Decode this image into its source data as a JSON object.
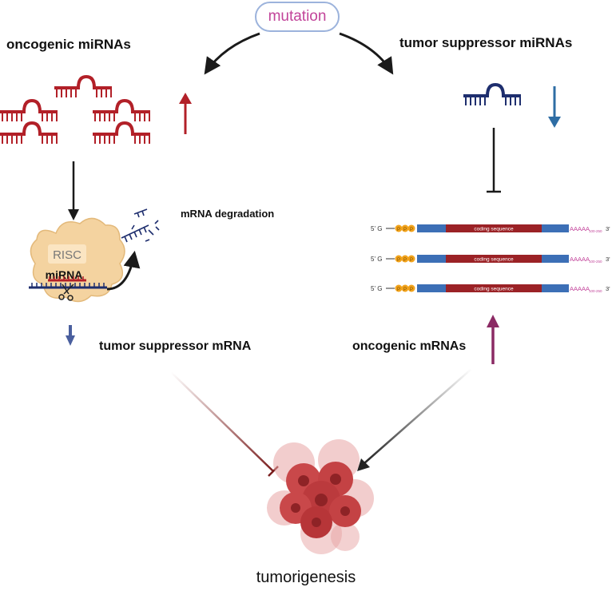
{
  "labels": {
    "mutation": "mutation",
    "oncogenic_mirnas": "oncogenic  miRNAs",
    "tumor_suppressor_mirnas": "tumor suppressor miRNAs",
    "mrna_degradation": "mRNA  degradation",
    "tumor_suppressor_mrna": "tumor suppressor mRNA",
    "oncogenic_mrnas": "oncogenic mRNAs",
    "tumorigenesis": "tumorigenesis",
    "risc": "RISC",
    "mirna": "miRNA"
  },
  "mrna_strand": {
    "five_prime": "5' G",
    "phosphate": "P",
    "coding": "coding sequence",
    "polya": "AAAAA",
    "polya_sub": "100-250",
    "three_prime": "3'"
  },
  "colors": {
    "oncogenic_red": "#b22028",
    "suppressor_navy": "#1e2e6e",
    "down_blue": "#2e6da4",
    "mutation_magenta": "#c2449a",
    "utr_blue": "#3c6fb6",
    "coding_red": "#9b2226",
    "phosphate_orange": "#f2a31b",
    "risc_tan": "#f4d3a0",
    "inhibit_brown": "#7a1d1d",
    "up_purple": "#8b2a64"
  }
}
